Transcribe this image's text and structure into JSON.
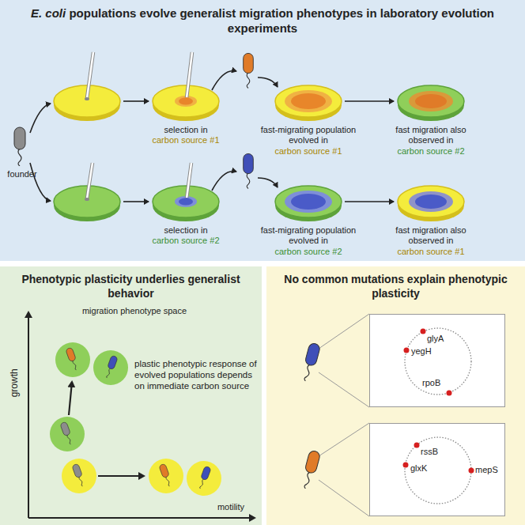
{
  "diagram": {
    "nodes": [
      {
        "text": [
          "E. coli",
          "populations evolve generalist migration phenotypes in laboratory evolution experiments"
        ]
      },
      {
        "text": [
          "Phenotypic plasticity underlies generalist behavior"
        ]
      },
      {
        "text": [
          "No common mutations explain phenotypic plasticity"
        ]
      },
      {
        "text": [
          "glyA",
          "yegH",
          "rpoB"
        ],
        "in": 2
      },
      {
        "text": [
          "rssB",
          "mepS",
          "glxK"
        ],
        "in": 2
      }
    ],
    "labels": [
      "selection in",
      "carbon source #1",
      "fast-migrating population evolved in",
      "carbon source #1",
      "fast migration also observed in",
      "carbon source #2",
      "founder",
      "selection in",
      "carbon source #2",
      "fast-migrating population evolved in",
      "carbon source #2",
      "fast migration also observed in",
      "carbon source #1",
      "migration phenotype space",
      "growth",
      "motility",
      "plastic phenotypic response of evolved populations depends on immediate carbon source"
    ]
  }
}
